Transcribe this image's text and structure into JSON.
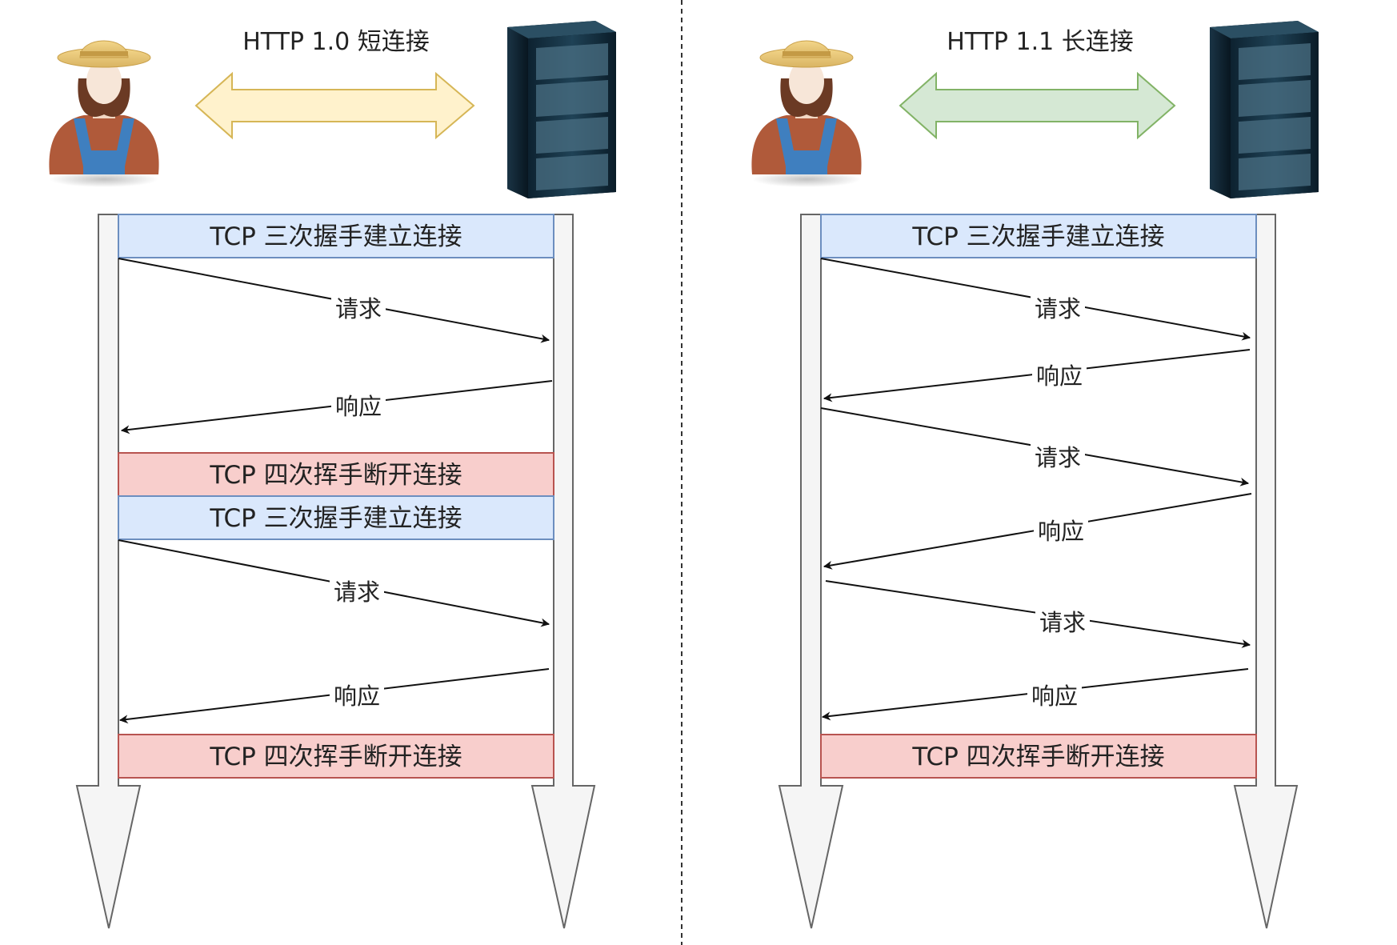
{
  "panels": {
    "left": {
      "title": "HTTP 1.0 短连接",
      "bands": {
        "setup1": "TCP 三次握手建立连接",
        "teardown1": "TCP 四次挥手断开连接",
        "setup2": "TCP 三次握手建立连接",
        "teardown2": "TCP 四次挥手断开连接"
      },
      "messages": [
        "请求",
        "响应",
        "请求",
        "响应"
      ]
    },
    "right": {
      "title": "HTTP 1.1 长连接",
      "bands": {
        "setup": "TCP 三次握手建立连接",
        "teardown": "TCP 四次挥手断开连接"
      },
      "messages": [
        "请求",
        "响应",
        "请求",
        "响应",
        "请求",
        "响应"
      ]
    }
  },
  "colors": {
    "setup_fill": "#dae8fc",
    "setup_stroke": "#6c8ebf",
    "teardown_fill": "#f8cecc",
    "teardown_stroke": "#b85450",
    "arrow_left_fill": "#fff2cc",
    "arrow_left_stroke": "#d6b656",
    "arrow_right_fill": "#d5e8d4",
    "arrow_right_stroke": "#82b366",
    "lifeline_fill": "#f5f5f5",
    "lifeline_stroke": "#666666"
  },
  "icons": {
    "client": "farmer-person-icon",
    "server": "server-rack-icon"
  }
}
